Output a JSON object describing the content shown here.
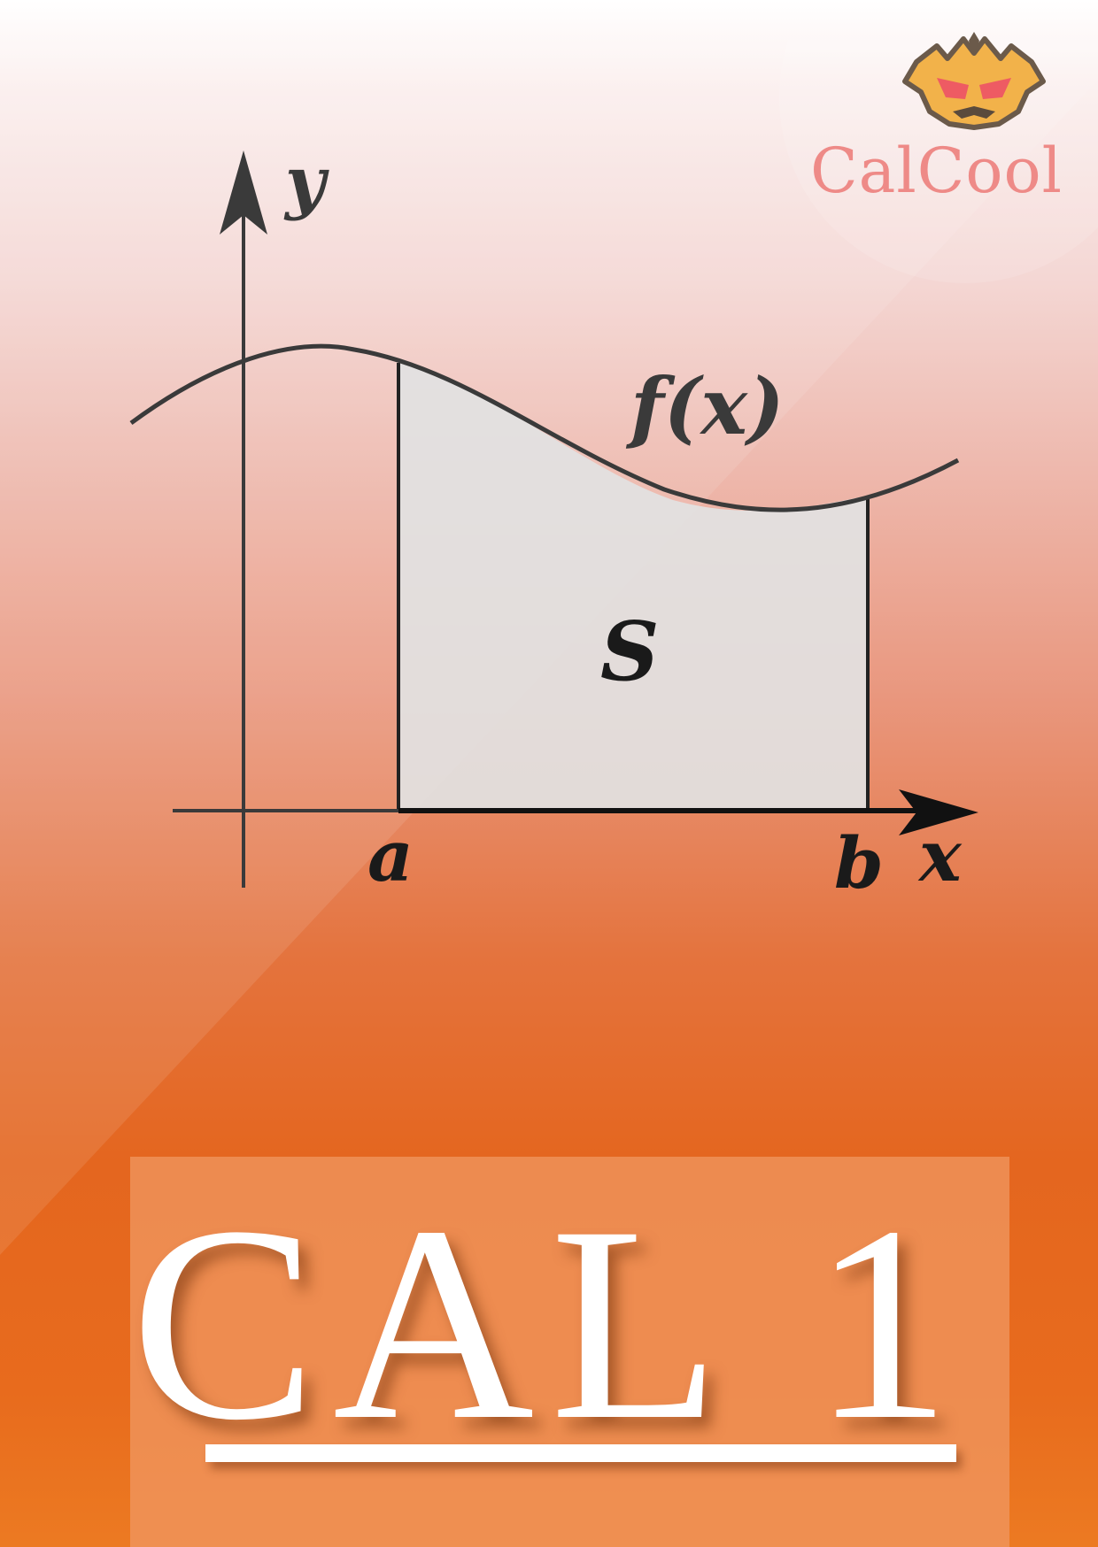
{
  "graph": {
    "y_axis_label": "y",
    "x_axis_label": "x",
    "function_label": "f(x)",
    "area_label": "S",
    "lower_bound_label": "a",
    "upper_bound_label": "b"
  },
  "brand": {
    "name": "CalCool",
    "mascot_icon": "tiger-mascot-icon"
  },
  "title": {
    "text": "CAL 1"
  },
  "colors": {
    "brand": "#ee8a87",
    "title": "#ffffff",
    "shaded_area": "#e2e2e2",
    "axes": "#3a3a3a"
  }
}
